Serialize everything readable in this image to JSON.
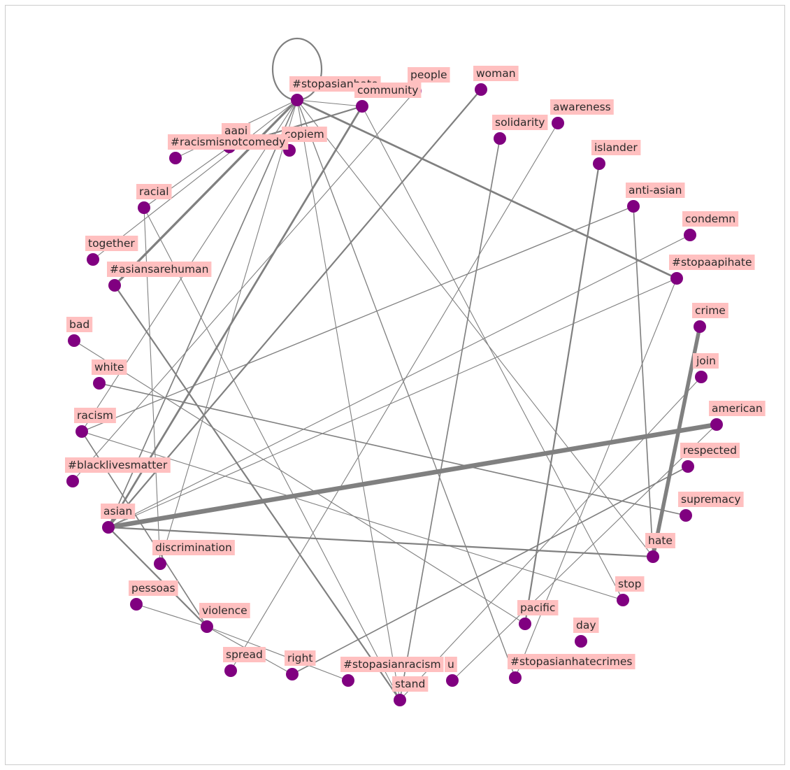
{
  "colors": {
    "node": "#800080",
    "edge": "#808080",
    "label_bg": "#ffc0c0",
    "frame": "#cccccc"
  },
  "graph": {
    "nodes": [
      {
        "id": "#stopasianhate",
        "label": "#stopasianhate"
      },
      {
        "id": "community",
        "label": "community"
      },
      {
        "id": "people",
        "label": "people"
      },
      {
        "id": "woman",
        "label": "woman"
      },
      {
        "id": "awareness",
        "label": "awareness"
      },
      {
        "id": "solidarity",
        "label": "solidarity"
      },
      {
        "id": "aapi",
        "label": "aapi"
      },
      {
        "id": "copiem",
        "label": "copiem"
      },
      {
        "id": "#racismisnotcomedy",
        "label": "#racismisnotcomedy"
      },
      {
        "id": "islander",
        "label": "islander"
      },
      {
        "id": "racial",
        "label": "racial"
      },
      {
        "id": "anti-asian",
        "label": "anti-asian"
      },
      {
        "id": "condemn",
        "label": "condemn"
      },
      {
        "id": "together",
        "label": "together"
      },
      {
        "id": "#asiansarehuman",
        "label": "#asiansarehuman"
      },
      {
        "id": "#stopaapihate",
        "label": "#stopaapihate"
      },
      {
        "id": "crime",
        "label": "crime"
      },
      {
        "id": "bad",
        "label": "bad"
      },
      {
        "id": "join",
        "label": "join"
      },
      {
        "id": "white",
        "label": "white"
      },
      {
        "id": "american",
        "label": "american"
      },
      {
        "id": "racism",
        "label": "racism"
      },
      {
        "id": "respected",
        "label": "respected"
      },
      {
        "id": "#blacklivesmatter",
        "label": "#blacklivesmatter"
      },
      {
        "id": "supremacy",
        "label": "supremacy"
      },
      {
        "id": "asian",
        "label": "asian"
      },
      {
        "id": "hate",
        "label": "hate"
      },
      {
        "id": "discrimination",
        "label": "discrimination"
      },
      {
        "id": "stop",
        "label": "stop"
      },
      {
        "id": "pessoas",
        "label": "pessoas"
      },
      {
        "id": "pacific",
        "label": "pacific"
      },
      {
        "id": "violence",
        "label": "violence"
      },
      {
        "id": "day",
        "label": "day"
      },
      {
        "id": "spread",
        "label": "spread"
      },
      {
        "id": "right",
        "label": "right"
      },
      {
        "id": "#stopasianracism",
        "label": "#stopasianracism"
      },
      {
        "id": "#stopasianhatecrimes",
        "label": "#stopasianhatecrimes"
      },
      {
        "id": "u",
        "label": "u"
      },
      {
        "id": "stand",
        "label": "stand"
      }
    ],
    "edges": [
      {
        "source": "#stopasianhate",
        "target": "#stopasianhate",
        "weight": 2
      },
      {
        "source": "#stopasianhate",
        "target": "community",
        "weight": 1
      },
      {
        "source": "#stopasianhate",
        "target": "#stopaapihate",
        "weight": 2.5
      },
      {
        "source": "#stopasianhate",
        "target": "#asiansarehuman",
        "weight": 3
      },
      {
        "source": "#stopasianhate",
        "target": "together",
        "weight": 1
      },
      {
        "source": "#stopasianhate",
        "target": "asian",
        "weight": 1.5
      },
      {
        "source": "#stopasianhate",
        "target": "racism",
        "weight": 1
      },
      {
        "source": "#stopasianhate",
        "target": "discrimination",
        "weight": 1
      },
      {
        "source": "#stopasianhate",
        "target": "#stopasianhatecrimes",
        "weight": 1.2
      },
      {
        "source": "#stopasianhate",
        "target": "hate",
        "weight": 1
      },
      {
        "source": "#stopasianhate",
        "target": "#racismisnotcomedy",
        "weight": 1
      },
      {
        "source": "#stopasianhate",
        "target": "stand",
        "weight": 1
      },
      {
        "source": "community",
        "target": "aapi",
        "weight": 2
      },
      {
        "source": "community",
        "target": "asian",
        "weight": 2.5
      },
      {
        "source": "community",
        "target": "stop",
        "weight": 1
      },
      {
        "source": "people",
        "target": "#blacklivesmatter",
        "weight": 1
      },
      {
        "source": "woman",
        "target": "asian",
        "weight": 2
      },
      {
        "source": "awareness",
        "target": "spread",
        "weight": 1
      },
      {
        "source": "solidarity",
        "target": "stand",
        "weight": 1.5
      },
      {
        "source": "islander",
        "target": "pacific",
        "weight": 2
      },
      {
        "source": "aapi",
        "target": "racial",
        "weight": 1
      },
      {
        "source": "racial",
        "target": "stand",
        "weight": 1
      },
      {
        "source": "anti-asian",
        "target": "racism",
        "weight": 1.2
      },
      {
        "source": "anti-asian",
        "target": "hate",
        "weight": 1.5
      },
      {
        "source": "condemn",
        "target": "asian",
        "weight": 1
      },
      {
        "source": "#asiansarehuman",
        "target": "stand",
        "weight": 2
      },
      {
        "source": "#stopaapihate",
        "target": "#stopasianhatecrimes",
        "weight": 1
      },
      {
        "source": "crime",
        "target": "hate",
        "weight": 5
      },
      {
        "source": "join",
        "target": "stand",
        "weight": 1
      },
      {
        "source": "white",
        "target": "supremacy",
        "weight": 1.5
      },
      {
        "source": "bad",
        "target": "pacific",
        "weight": 1
      },
      {
        "source": "american",
        "target": "asian",
        "weight": 6
      },
      {
        "source": "american",
        "target": "u",
        "weight": 1
      },
      {
        "source": "racism",
        "target": "violence",
        "weight": 1.5
      },
      {
        "source": "racism",
        "target": "stop",
        "weight": 1
      },
      {
        "source": "respected",
        "target": "right",
        "weight": 1.5
      },
      {
        "source": "asian",
        "target": "hate",
        "weight": 2
      },
      {
        "source": "asian",
        "target": "violence",
        "weight": 2
      },
      {
        "source": "asian",
        "target": "#stopaapihate",
        "weight": 1
      },
      {
        "source": "pessoas",
        "target": "violence",
        "weight": 1
      },
      {
        "source": "violence",
        "target": "right",
        "weight": 1
      },
      {
        "source": "violence",
        "target": "#stopasianracism",
        "weight": 1
      },
      {
        "source": "racial",
        "target": "discrimination",
        "weight": 1
      }
    ]
  }
}
